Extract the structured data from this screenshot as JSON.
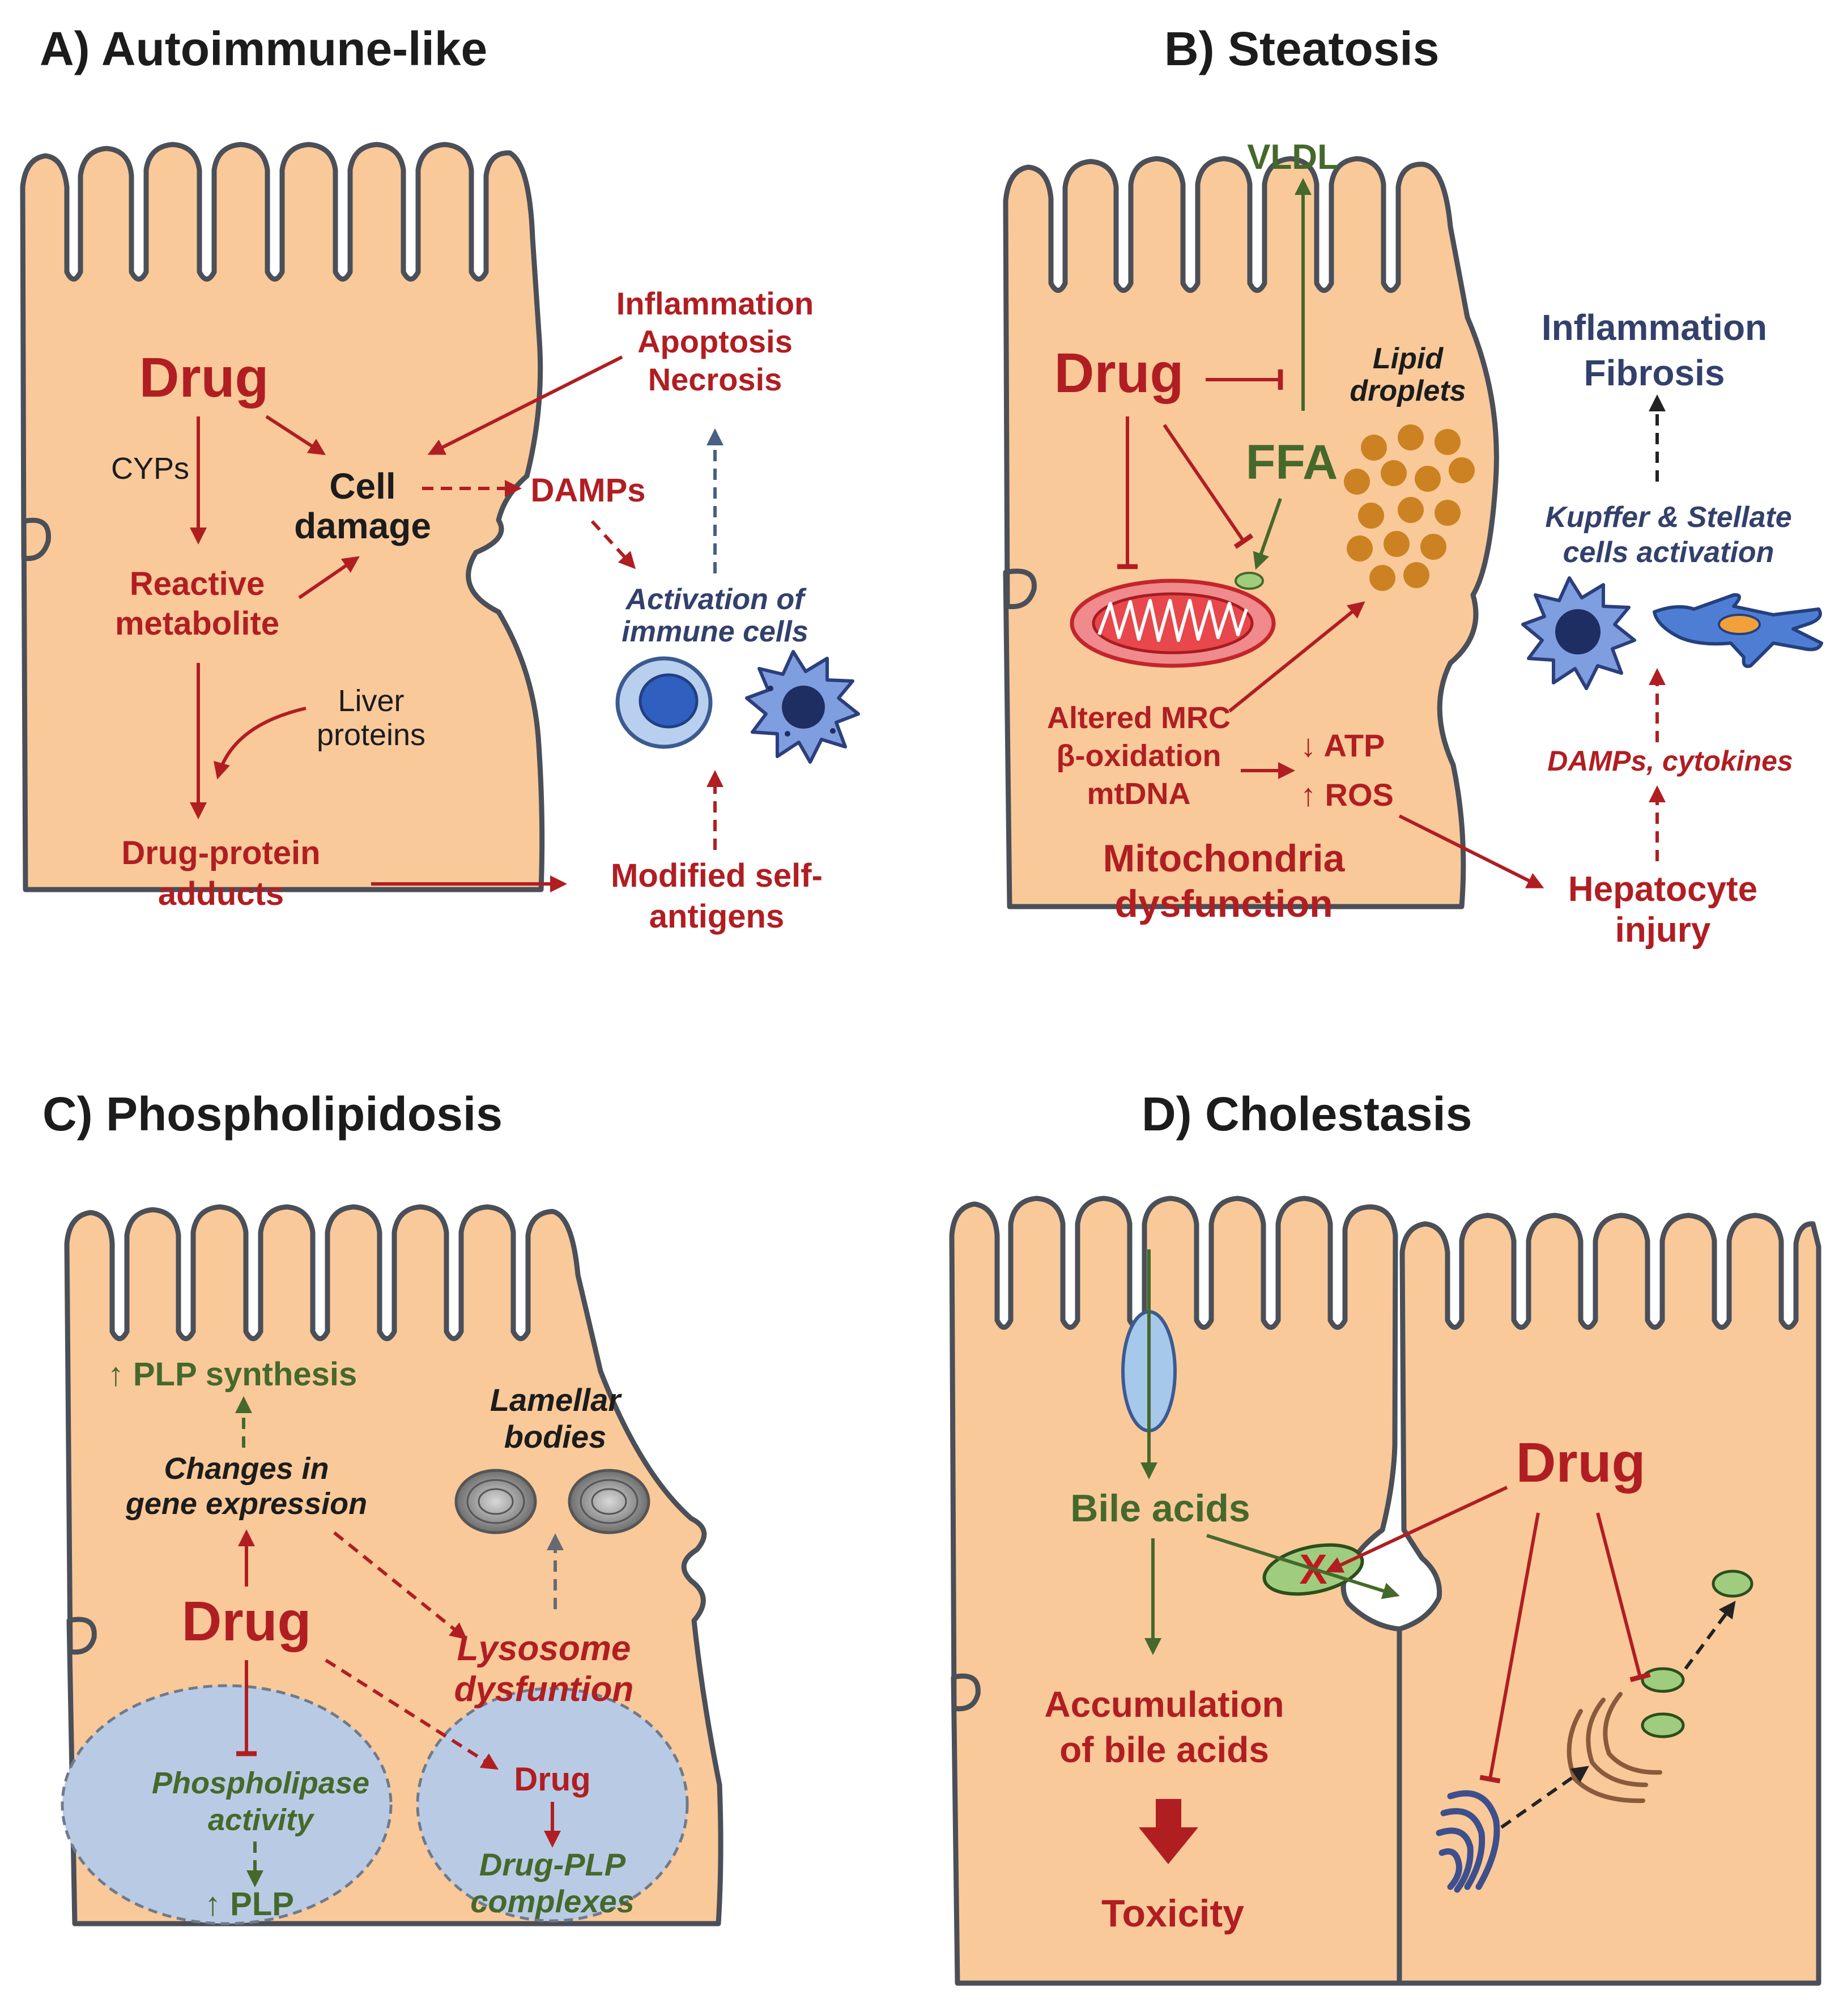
{
  "panels": {
    "a": {
      "title": "A) Autoimmune-like",
      "drug": "Drug",
      "cyps": "CYPs",
      "cell_damage": [
        "Cell",
        "damage"
      ],
      "reactive_metabolite": [
        "Reactive",
        "metabolite"
      ],
      "liver_proteins": [
        "Liver",
        "proteins"
      ],
      "adducts": [
        "Drug-protein",
        "adducts"
      ],
      "damps": "DAMPs",
      "outcomes": [
        "Inflammation",
        "Apoptosis",
        "Necrosis"
      ],
      "immune_activation": [
        "Activation of",
        "immune cells"
      ],
      "self_antigens": [
        "Modified self-",
        "antigens"
      ]
    },
    "b": {
      "title": "B) Steatosis",
      "vldl": "VLDL",
      "drug": "Drug",
      "lipid_droplets": [
        "Lipid",
        "droplets"
      ],
      "ffa": "FFA",
      "outcomes": [
        "Inflammation",
        "Fibrosis"
      ],
      "kupffer": [
        "Kupffer & Stellate",
        "cells activation"
      ],
      "mito_causes": [
        "Altered MRC",
        "β-oxidation",
        "mtDNA"
      ],
      "atp": "↓ ATP",
      "ros": "↑ ROS",
      "mito_dysfunction": [
        "Mitochondria",
        "dysfunction"
      ],
      "damps_cytokines": "DAMPs, cytokines",
      "hepatocyte_injury": [
        "Hepatocyte",
        "injury"
      ]
    },
    "c": {
      "title": "C) Phospholipidosis",
      "plp_synthesis": "↑ PLP synthesis",
      "gene_expression": [
        "Changes in",
        "gene expression"
      ],
      "lamellar": [
        "Lamellar",
        "bodies"
      ],
      "drug": "Drug",
      "lysosome": [
        "Lysosome",
        "dysfuntion"
      ],
      "phospholipase": [
        "Phospholipase",
        "activity"
      ],
      "plp_up": "↑ PLP",
      "drug_inner": "Drug",
      "complexes": [
        "Drug-PLP",
        "complexes"
      ]
    },
    "d": {
      "title": "D) Cholestasis",
      "bile_acids": "Bile acids",
      "drug": "Drug",
      "accumulation": [
        "Accumulation",
        "of bile acids"
      ],
      "toxicity": "Toxicity",
      "block_mark": "X"
    }
  },
  "colors": {
    "cell_fill": "#f9c99a",
    "cell_outline": "#4a4f58",
    "red_text": "#b01e22",
    "green_text": "#45692b",
    "navy_text": "#33406b",
    "vacuole": "#b9cbe4",
    "lipid_droplet": "#cc8222",
    "mitochondrion": "#e8474b",
    "transporter_green": "#9fcc7e",
    "transporter_blue": "#a6c8ea"
  }
}
